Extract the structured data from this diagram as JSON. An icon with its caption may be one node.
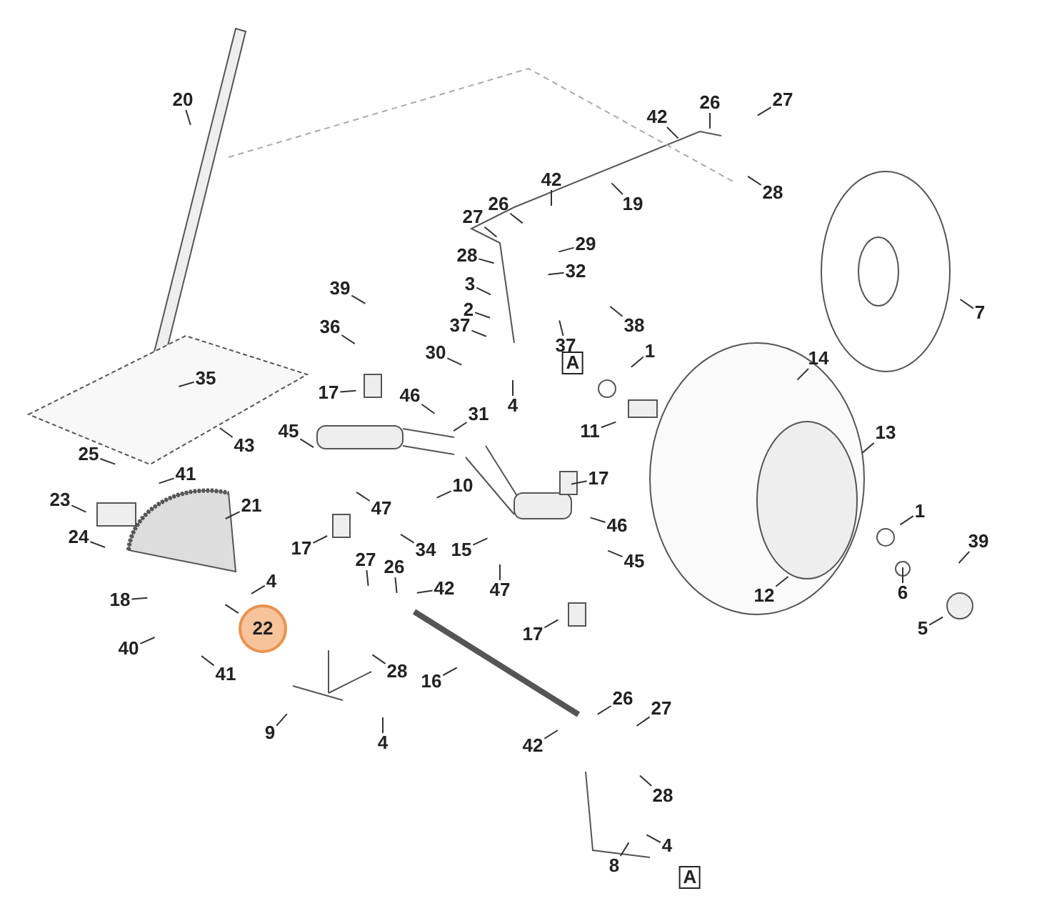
{
  "diagram": {
    "nodes": [
      {
        "text": [
          "20"
        ]
      },
      {
        "text": [
          "42"
        ]
      },
      {
        "text": [
          "26"
        ]
      },
      {
        "text": [
          "27"
        ]
      },
      {
        "text": [
          "28"
        ]
      },
      {
        "text": [
          "19"
        ]
      },
      {
        "text": [
          "26"
        ]
      },
      {
        "text": [
          "42"
        ]
      },
      {
        "text": [
          "27"
        ]
      },
      {
        "text": [
          "29"
        ]
      },
      {
        "text": [
          "28"
        ]
      },
      {
        "text": [
          "32"
        ]
      },
      {
        "text": [
          "3"
        ]
      },
      {
        "text": [
          "38"
        ]
      },
      {
        "text": [
          "2"
        ]
      },
      {
        "text": [
          "37"
        ]
      },
      {
        "text": [
          "39"
        ]
      },
      {
        "text": [
          "36"
        ]
      },
      {
        "text": [
          "37"
        ]
      },
      {
        "text": [
          "30"
        ]
      },
      {
        "text": [
          "1"
        ]
      },
      {
        "text": [
          "7"
        ]
      },
      {
        "text": [
          "14"
        ]
      },
      {
        "text": [
          "A"
        ]
      },
      {
        "text": [
          "35"
        ]
      },
      {
        "text": [
          "46"
        ]
      },
      {
        "text": [
          "17"
        ]
      },
      {
        "text": [
          "4"
        ]
      },
      {
        "text": [
          "11"
        ]
      },
      {
        "text": [
          "43"
        ]
      },
      {
        "text": [
          "45"
        ]
      },
      {
        "text": [
          "31"
        ]
      },
      {
        "text": [
          "25"
        ]
      },
      {
        "text": [
          "41"
        ]
      },
      {
        "text": [
          "13"
        ]
      },
      {
        "text": [
          "17"
        ]
      },
      {
        "text": [
          "21"
        ]
      },
      {
        "text": [
          "23"
        ]
      },
      {
        "text": [
          "10"
        ]
      },
      {
        "text": [
          "47"
        ]
      },
      {
        "text": [
          "46"
        ]
      },
      {
        "text": [
          "24"
        ]
      },
      {
        "text": [
          "17"
        ]
      },
      {
        "text": [
          "34"
        ]
      },
      {
        "text": [
          "15"
        ]
      },
      {
        "text": [
          "45"
        ]
      },
      {
        "text": [
          "1"
        ]
      },
      {
        "text": [
          "39"
        ]
      },
      {
        "text": [
          "4"
        ]
      },
      {
        "text": [
          "18"
        ]
      },
      {
        "text": [
          "27"
        ]
      },
      {
        "text": [
          "26"
        ]
      },
      {
        "text": [
          "42"
        ]
      },
      {
        "text": [
          "47"
        ]
      },
      {
        "text": [
          "12"
        ]
      },
      {
        "text": [
          "6"
        ]
      },
      {
        "text": [
          "5"
        ]
      },
      {
        "text": [
          "22"
        ]
      },
      {
        "text": [
          "40"
        ]
      },
      {
        "text": [
          "41"
        ]
      },
      {
        "text": [
          "17"
        ]
      },
      {
        "text": [
          "28"
        ]
      },
      {
        "text": [
          "16"
        ]
      },
      {
        "text": [
          "9"
        ]
      },
      {
        "text": [
          "4"
        ]
      },
      {
        "text": [
          "26"
        ]
      },
      {
        "text": [
          "27"
        ]
      },
      {
        "text": [
          "42"
        ]
      },
      {
        "text": [
          "28"
        ]
      },
      {
        "text": [
          "4"
        ]
      },
      {
        "text": [
          "8"
        ]
      },
      {
        "text": [
          "A"
        ]
      }
    ],
    "edges": [
      {
        "from": 0,
        "to": null,
        "arrow": "none"
      },
      {
        "from": 1,
        "to": null,
        "arrow": "none"
      },
      {
        "from": 2,
        "to": null,
        "arrow": "none"
      },
      {
        "from": 3,
        "to": null,
        "arrow": "none"
      },
      {
        "from": 4,
        "to": null,
        "arrow": "none"
      },
      {
        "from": 5,
        "to": null,
        "arrow": "none"
      },
      {
        "from": 6,
        "to": null,
        "arrow": "none"
      },
      {
        "from": 7,
        "to": null,
        "arrow": "none"
      },
      {
        "from": 8,
        "to": null,
        "arrow": "none"
      },
      {
        "from": 9,
        "to": null,
        "arrow": "none"
      },
      {
        "from": 10,
        "to": null,
        "arrow": "none"
      },
      {
        "from": 11,
        "to": null,
        "arrow": "none"
      },
      {
        "from": 12,
        "to": null,
        "arrow": "none"
      },
      {
        "from": 13,
        "to": null,
        "arrow": "none"
      },
      {
        "from": 14,
        "to": null,
        "arrow": "none"
      },
      {
        "from": 15,
        "to": null,
        "arrow": "none"
      },
      {
        "from": 16,
        "to": null,
        "arrow": "none"
      },
      {
        "from": 17,
        "to": null,
        "arrow": "none"
      },
      {
        "from": 18,
        "to": null,
        "arrow": "none"
      },
      {
        "from": 19,
        "to": null,
        "arrow": "none"
      },
      {
        "from": 20,
        "to": null,
        "arrow": "none"
      },
      {
        "from": 21,
        "to": null,
        "arrow": "none"
      },
      {
        "from": 22,
        "to": null,
        "arrow": "none"
      },
      {
        "from": 24,
        "to": null,
        "arrow": "none"
      },
      {
        "from": 25,
        "to": null,
        "arrow": "none"
      },
      {
        "from": 26,
        "to": null,
        "arrow": "none"
      },
      {
        "from": 27,
        "to": null,
        "arrow": "none"
      },
      {
        "from": 28,
        "to": null,
        "arrow": "none"
      },
      {
        "from": 29,
        "to": null,
        "arrow": "none"
      },
      {
        "from": 30,
        "to": null,
        "arrow": "none"
      },
      {
        "from": 31,
        "to": null,
        "arrow": "none"
      },
      {
        "from": 32,
        "to": null,
        "arrow": "none"
      },
      {
        "from": 33,
        "to": null,
        "arrow": "none"
      },
      {
        "from": 34,
        "to": null,
        "arrow": "none"
      },
      {
        "from": 35,
        "to": null,
        "arrow": "none"
      },
      {
        "from": 36,
        "to": null,
        "arrow": "none"
      },
      {
        "from": 37,
        "to": null,
        "arrow": "none"
      },
      {
        "from": 38,
        "to": null,
        "arrow": "none"
      },
      {
        "from": 39,
        "to": null,
        "arrow": "none"
      },
      {
        "from": 40,
        "to": null,
        "arrow": "none"
      },
      {
        "from": 41,
        "to": null,
        "arrow": "none"
      },
      {
        "from": 42,
        "to": null,
        "arrow": "none"
      },
      {
        "from": 43,
        "to": null,
        "arrow": "none"
      },
      {
        "from": 44,
        "to": null,
        "arrow": "none"
      },
      {
        "from": 45,
        "to": null,
        "arrow": "none"
      },
      {
        "from": 46,
        "to": null,
        "arrow": "none"
      },
      {
        "from": 47,
        "to": null,
        "arrow": "none"
      },
      {
        "from": 48,
        "to": null,
        "arrow": "none"
      },
      {
        "from": 49,
        "to": null,
        "arrow": "none"
      },
      {
        "from": 50,
        "to": null,
        "arrow": "none"
      },
      {
        "from": 51,
        "to": null,
        "arrow": "none"
      },
      {
        "from": 52,
        "to": null,
        "arrow": "none"
      },
      {
        "from": 53,
        "to": null,
        "arrow": "none"
      },
      {
        "from": 54,
        "to": null,
        "arrow": "none"
      },
      {
        "from": 55,
        "to": null,
        "arrow": "none"
      },
      {
        "from": 56,
        "to": null,
        "arrow": "none"
      },
      {
        "from": 57,
        "to": null,
        "arrow": "none"
      },
      {
        "from": 58,
        "to": null,
        "arrow": "none"
      },
      {
        "from": 59,
        "to": null,
        "arrow": "none"
      },
      {
        "from": 60,
        "to": null,
        "arrow": "none"
      },
      {
        "from": 61,
        "to": null,
        "arrow": "none"
      },
      {
        "from": 62,
        "to": null,
        "arrow": "none"
      },
      {
        "from": 63,
        "to": null,
        "arrow": "none"
      },
      {
        "from": 64,
        "to": null,
        "arrow": "none"
      },
      {
        "from": 65,
        "to": null,
        "arrow": "none"
      },
      {
        "from": 66,
        "to": null,
        "arrow": "none"
      },
      {
        "from": 67,
        "to": null,
        "arrow": "none"
      },
      {
        "from": 68,
        "to": null,
        "arrow": "none"
      },
      {
        "from": 69,
        "to": null,
        "arrow": "none"
      },
      {
        "from": 70,
        "to": null,
        "arrow": "none"
      }
    ]
  }
}
